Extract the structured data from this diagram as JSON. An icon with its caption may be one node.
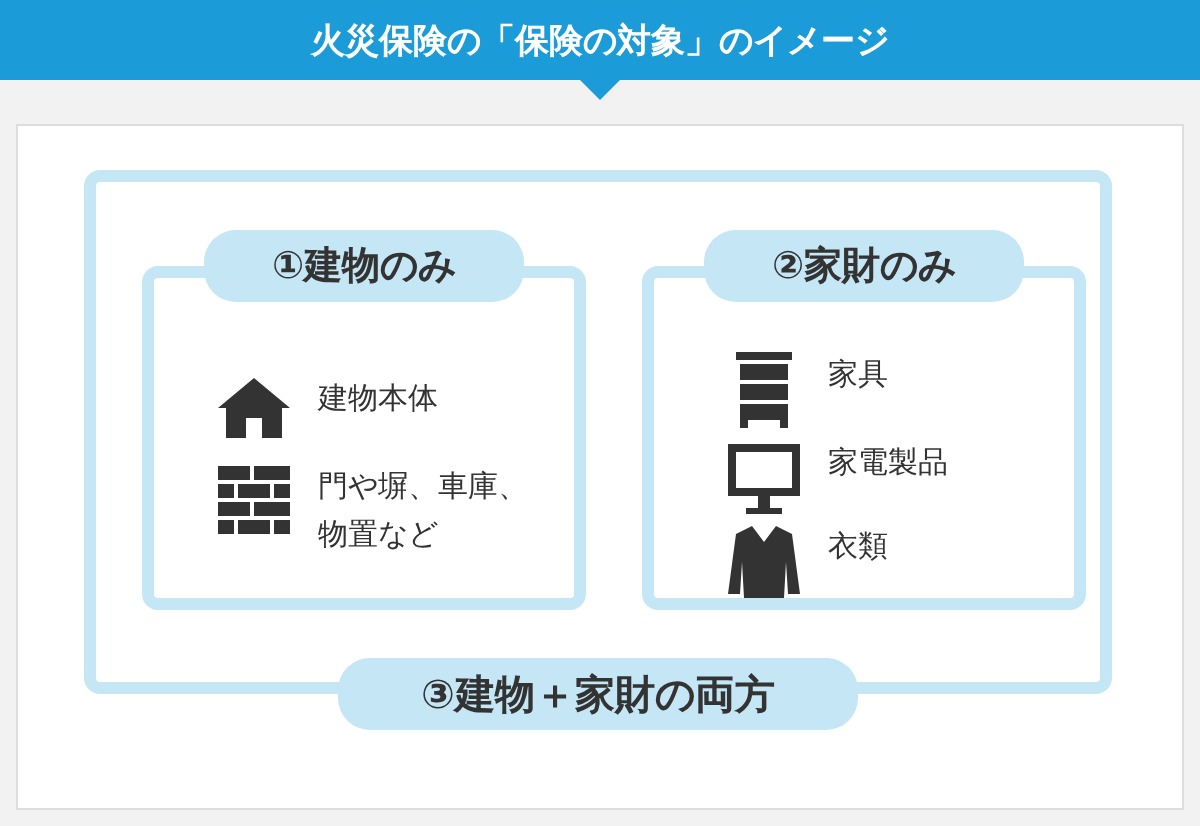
{
  "diagram": {
    "title": "火災保険の「保険の対象」のイメージ",
    "nodes": [
      {
        "text": [
          "③建物＋家財の両方"
        ]
      },
      {
        "text": [
          "①建物のみ"
        ],
        "in": 0
      },
      {
        "text": [
          "建物本体"
        ],
        "in": 1
      },
      {
        "text": [
          "門や塀、車庫、物置など"
        ],
        "in": 1
      },
      {
        "text": [
          "②家財のみ"
        ],
        "in": 0
      },
      {
        "text": [
          "家具"
        ],
        "in": 4
      },
      {
        "text": [
          "家電製品"
        ],
        "in": 4
      },
      {
        "text": [
          "衣類"
        ],
        "in": 4
      }
    ],
    "edges": []
  }
}
